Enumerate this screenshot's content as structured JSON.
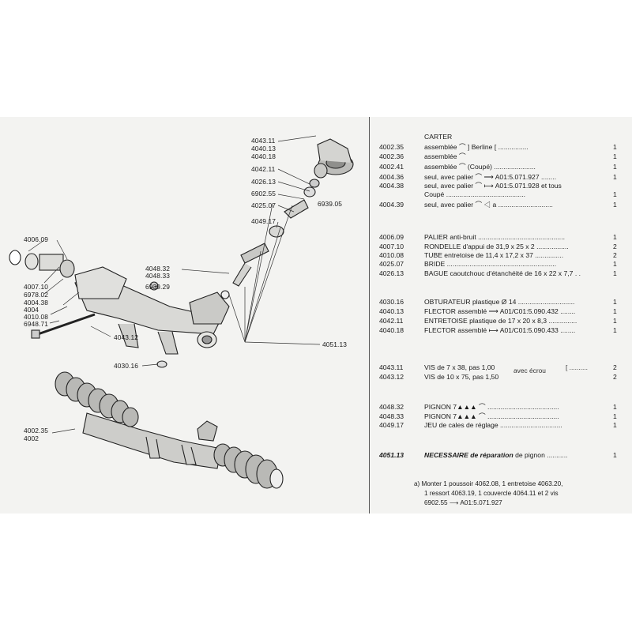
{
  "callouts": [
    {
      "id": "c1",
      "text": "4043.11"
    },
    {
      "id": "c2",
      "text": "4040.13"
    },
    {
      "id": "c3",
      "text": "4040.18"
    },
    {
      "id": "c4",
      "text": "4042.11"
    },
    {
      "id": "c5",
      "text": "4026.13"
    },
    {
      "id": "c6",
      "text": "6902.55"
    },
    {
      "id": "c7",
      "text": "6939.05"
    },
    {
      "id": "c8",
      "text": "4025.07"
    },
    {
      "id": "c9",
      "text": "4049.17"
    },
    {
      "id": "c10",
      "text": "4006.09"
    },
    {
      "id": "c11",
      "text": "4048.32"
    },
    {
      "id": "c12",
      "text": "4048.33"
    },
    {
      "id": "c13",
      "text": "6939.29"
    },
    {
      "id": "c14",
      "text": "4007.10"
    },
    {
      "id": "c15",
      "text": "6978.02"
    },
    {
      "id": "c16",
      "text": "4004.38"
    },
    {
      "id": "c17",
      "text": "4004"
    },
    {
      "id": "c18",
      "text": "4010.08"
    },
    {
      "id": "c19",
      "text": "6948.71"
    },
    {
      "id": "c20",
      "text": "4043.12"
    },
    {
      "id": "c21",
      "text": "4051.13"
    },
    {
      "id": "c22",
      "text": "4030.16"
    },
    {
      "id": "c23",
      "text": "4002.35"
    },
    {
      "id": "c24",
      "text": "4002"
    }
  ],
  "section_carter": {
    "title": "CARTER",
    "rows": [
      {
        "ref": "4002.35",
        "desc": "assemblée ⌒ ] Berline  [ ................",
        "qty": "1"
      },
      {
        "ref": "4002.36",
        "desc": "assemblée ⌒",
        "qty": "1"
      },
      {
        "ref": "4002.41",
        "desc": "assemblée ⌒ (Coupé) ......................",
        "qty": "1"
      },
      {
        "ref": "4004.36",
        "desc": "seul, avec palier ⌒ ⟶ A01:5.071.927 ........",
        "qty": "1"
      },
      {
        "ref": "4004.38",
        "desc": "seul, avec palier ⌒ ⟼ A01:5.071.928 et tous",
        "qty": ""
      },
      {
        "ref": "",
        "desc": "Coupé ..........................................",
        "qty": "1"
      },
      {
        "ref": "4004.39",
        "desc": "seul, avec palier ⌒ ◁ a .............................",
        "qty": "1"
      }
    ]
  },
  "section_2": [
    {
      "ref": "4006.09",
      "desc": "PALIER anti-bruit ..............................................",
      "qty": "1"
    },
    {
      "ref": "4007.10",
      "desc": "RONDELLE d'appui de 31,9 x 25 x 2 .................",
      "qty": "2"
    },
    {
      "ref": "4010.08",
      "desc": "TUBE entretoise de 11,4 x 17,2 x 37 ...............",
      "qty": "2"
    },
    {
      "ref": "4025.07",
      "desc": "BRIDE ..........................................................",
      "qty": "1"
    },
    {
      "ref": "4026.13",
      "desc": "BAGUE caoutchouc d'étanchéité de 16 x 22 x 7,7 . .",
      "qty": "1"
    }
  ],
  "section_3": [
    {
      "ref": "4030.16",
      "desc": "OBTURATEUR plastique Ø 14 ..............................",
      "qty": "1"
    },
    {
      "ref": "4040.13",
      "desc": "FLECTOR assemblé ⟶ A01/C01:5.090.432 ........",
      "qty": "1"
    },
    {
      "ref": "4042.11",
      "desc": "ENTRETOISE plastique de 17 x 20 x 8,3 ...............",
      "qty": "1"
    },
    {
      "ref": "4040.18",
      "desc": "FLECTOR assemblé ⟼ A01/C01:5.090.433 ........",
      "qty": "1"
    }
  ],
  "section_4": [
    {
      "ref": "4043.11",
      "desc": "VIS de 7 x 38, pas 1,00",
      "qty": "2"
    },
    {
      "ref": "4043.12",
      "desc": "VIS de 10 x 75, pas 1,50",
      "qty": "2"
    }
  ],
  "section_4_brace": "avec écrou",
  "section_4_dots": "[ ..........",
  "section_5": [
    {
      "ref": "4048.32",
      "desc": "PIGNON 7▲▲▲ ⌒ ......................................",
      "qty": "1"
    },
    {
      "ref": "4048.33",
      "desc": "PIGNON 7▲▲▲ ⌒ ......................................",
      "qty": "1"
    },
    {
      "ref": "4049.17",
      "desc": "JEU de cales de réglage .................................",
      "qty": "1"
    }
  ],
  "section_6": {
    "ref": "4051.13",
    "desc_bold": "NECESSAIRE de réparation",
    "desc": " de pignon ...........",
    "qty": "1"
  },
  "note_lines": [
    "a) Monter 1 poussoir 4062.08, 1 entretoise 4063.20,",
    "1 ressort 4063.19, 1 couvercle 4064.11 et 2 vis",
    "6902.55 ⟶ A01:5.071.927"
  ]
}
